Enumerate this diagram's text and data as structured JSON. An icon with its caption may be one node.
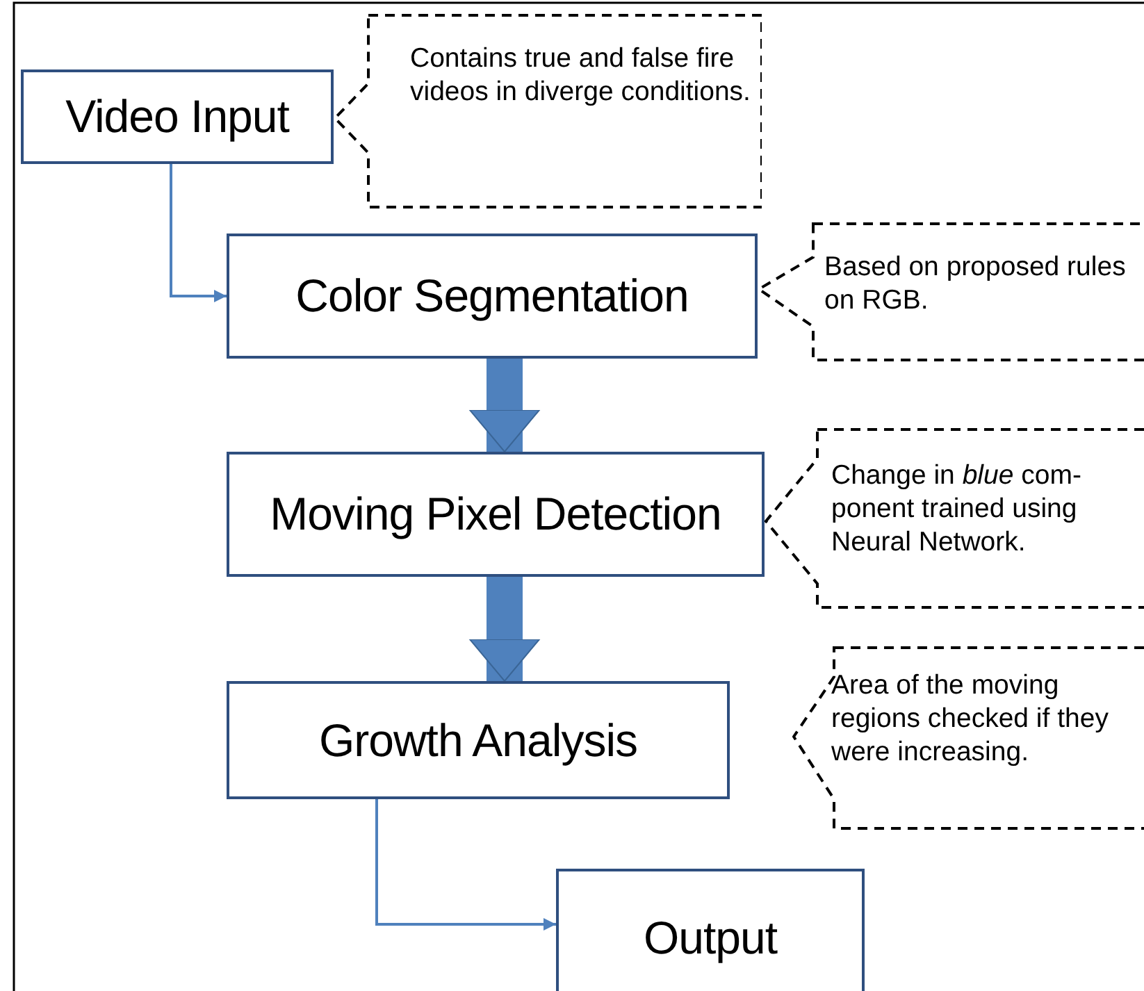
{
  "diagram": {
    "nodes": [
      {
        "text": [
          "Video Input"
        ]
      },
      {
        "text": [
          "Contains true and false fire videos in diverge conditions."
        ]
      },
      {
        "text": [
          "Color Segmentation"
        ]
      },
      {
        "text": [
          "Based on proposed rules on RGB."
        ]
      },
      {
        "text": [
          "Moving Pixel Detection"
        ]
      },
      {
        "text": [
          "Change in *blue* com- ponent trained using Neural Network."
        ]
      },
      {
        "text": [
          "Growth Analysis"
        ]
      },
      {
        "text": [
          "Area of the moving regions checked if they were increasing."
        ]
      },
      {
        "text": [
          "Output"
        ]
      }
    ],
    "edges": [
      {
        "from": 0,
        "to": 2,
        "arrow": "to"
      },
      {
        "from": 2,
        "to": 4,
        "arrow": "to",
        "style": "thick"
      },
      {
        "from": 4,
        "to": 6,
        "arrow": "to",
        "style": "thick"
      },
      {
        "from": 6,
        "to": 8,
        "arrow": "to"
      }
    ]
  }
}
